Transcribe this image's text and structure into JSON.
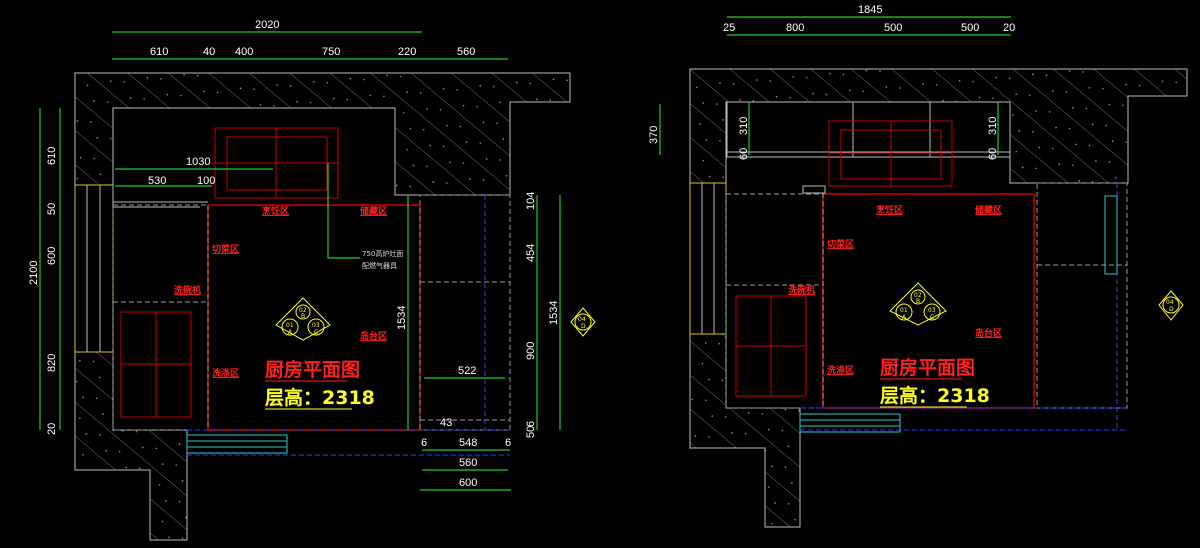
{
  "plans": [
    {
      "title": "厨房平面图",
      "height_label": "层高：2318",
      "dims_top_total": "2020",
      "dims_top": [
        "610",
        "40",
        "400",
        "750",
        "220",
        "560"
      ],
      "dims_left_total": "2100",
      "dims_left": [
        "610",
        "50",
        "600",
        "820",
        "20"
      ],
      "dims_inner": [
        "1030",
        "530",
        "100"
      ],
      "dims_right": [
        "104",
        "454",
        "900",
        "6",
        "50"
      ],
      "dims_right_total": "1534",
      "dims_mid_vertical": "1534",
      "dims_cabinet": [
        "522",
        "43"
      ],
      "dims_bottom": [
        "6",
        "548",
        "6",
        "560",
        "600"
      ],
      "zones": [
        "烹饪区",
        "储藏区",
        "切菜区",
        "洗碗机",
        "洗涤区",
        "岛台区"
      ],
      "note": [
        "750高炉灶面",
        "配燃气器具"
      ],
      "symbol": {
        "top": "02",
        "top_sub": "B",
        "left": "01",
        "left_sub": "A",
        "right": "03",
        "right_sub": "C",
        "side": "04",
        "side_sub": "D"
      }
    },
    {
      "title": "厨房平面图",
      "height_label": "层高：2318",
      "dims_top_total": "1845",
      "dims_top": [
        "25",
        "800",
        "500",
        "500",
        "20"
      ],
      "dims_left": [
        "370"
      ],
      "dims_inner": [
        "310",
        "60",
        "310",
        "60"
      ],
      "zones": [
        "烹饪区",
        "储藏区",
        "切菜区",
        "洗碗机",
        "洗涤区",
        "岛台区"
      ],
      "symbol": {
        "top": "02",
        "top_sub": "B",
        "left": "01",
        "left_sub": "A",
        "right": "03",
        "right_sub": "C",
        "side": "04",
        "side_sub": "D"
      }
    }
  ],
  "colors": {
    "background": "#000000",
    "dimension": "#22cc22",
    "furniture": "#cc0000",
    "label": "#ff2020",
    "height": "#ffff20"
  }
}
